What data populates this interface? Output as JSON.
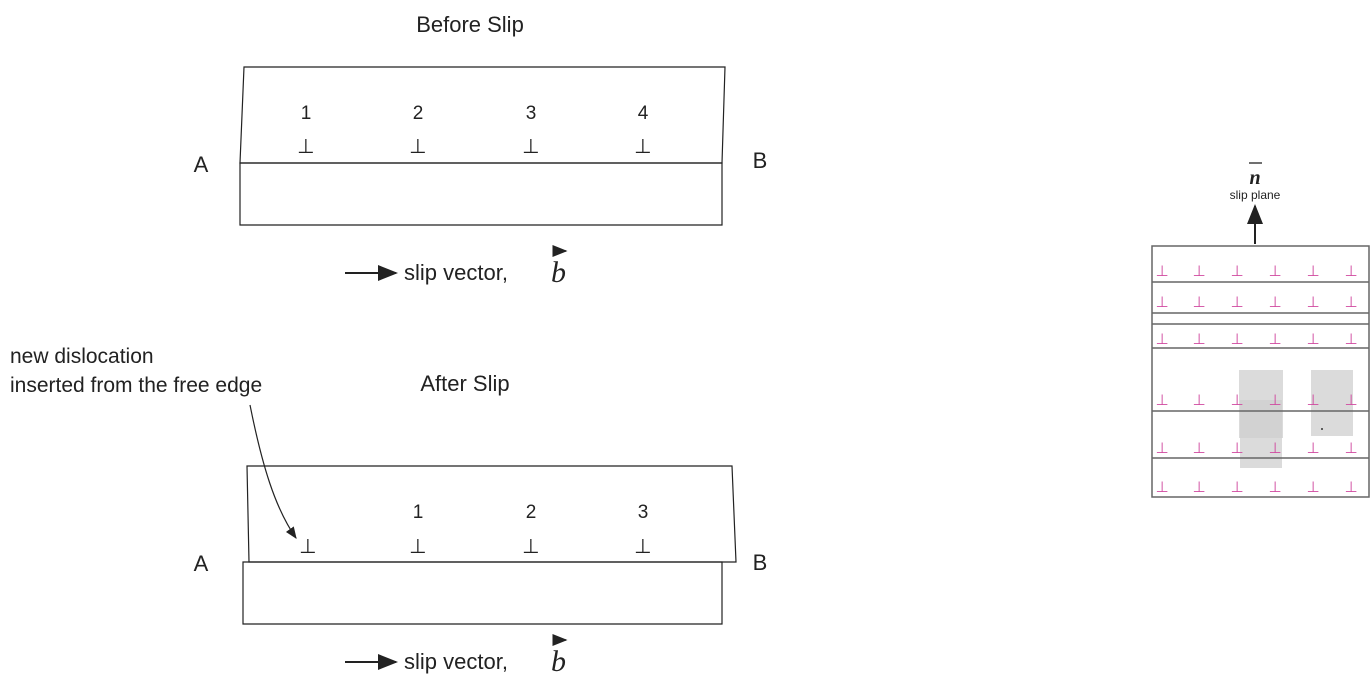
{
  "before_panel": {
    "title": "Before Slip",
    "left_label": "A",
    "right_label": "B",
    "dislocations": [
      {
        "label": "1",
        "symbol": "⊥"
      },
      {
        "label": "2",
        "symbol": "⊥"
      },
      {
        "label": "3",
        "symbol": "⊥"
      },
      {
        "label": "4",
        "symbol": "⊥"
      }
    ],
    "slip_vector_text": "slip vector,",
    "burgers_symbol": "b"
  },
  "after_panel": {
    "title": "After Slip",
    "left_label": "A",
    "right_label": "B",
    "annotation_line1": "new dislocation",
    "annotation_line2": "inserted from the free edge",
    "new_dislocation_symbol": "⊥",
    "dislocations": [
      {
        "label": "1",
        "symbol": "⊥"
      },
      {
        "label": "2",
        "symbol": "⊥"
      },
      {
        "label": "3",
        "symbol": "⊥"
      }
    ],
    "slip_vector_text": "slip vector,",
    "burgers_symbol": "b"
  },
  "right_figure": {
    "normal_symbol": "n",
    "slip_plane_label": "slip plane",
    "dislocation_symbol": "⊥",
    "dislocation_color": "#d04aa0",
    "plane_line_color": "#555555",
    "shade_color": "#cccccc"
  }
}
